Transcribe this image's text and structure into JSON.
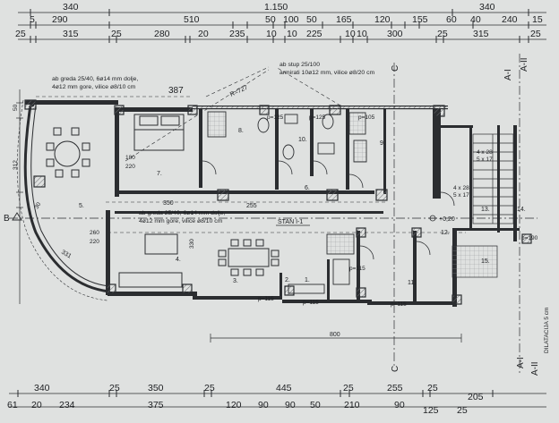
{
  "top_dims": {
    "row1": [
      "340",
      "1.150",
      "340"
    ],
    "row2": [
      "5",
      "290",
      "510",
      "50",
      "100",
      "50",
      "165",
      "120",
      "155",
      "60",
      "40",
      "240",
      "15"
    ],
    "row3": [
      "25",
      "315",
      "25",
      "280",
      "20",
      "235",
      "10",
      "10",
      "225",
      "10",
      "10",
      "300",
      "25",
      "315",
      "25"
    ]
  },
  "bottom_dims": {
    "row1": [
      "340",
      "25",
      "350",
      "25",
      "445",
      "25",
      "255",
      "25",
      "205"
    ],
    "row2": [
      "61",
      "20",
      "234",
      "375",
      "120",
      "90",
      "90",
      "50",
      "210",
      "90",
      "125",
      "25"
    ]
  },
  "left_dims": [
    "50",
    "90",
    "312",
    "30",
    "60"
  ],
  "notes": {
    "beam_top": [
      "ab greda 25/40, 6ø14 mm dolje,",
      "4ø12 mm gore, vilice ø8/10 cm"
    ],
    "column": [
      "ab stup 25/100",
      "armirati 10ø12 mm, vilice ø8/20 cm"
    ],
    "beam_mid": [
      "ab greda 25/40, 6ø14 mm dolje,",
      "4ø12 mm gore, vilice ø8/10 cm"
    ],
    "dim_387": "387",
    "dim_727": "R=727",
    "dim_350": "350",
    "dim_255": "255",
    "dim_800": "800",
    "dim_331": "331",
    "stan": "STAN I-1",
    "level": "+0,20"
  },
  "rooms": [
    "1.",
    "2.",
    "3.",
    "4.",
    "5.",
    "6.",
    "7.",
    "8.",
    "9.",
    "10.",
    "11.",
    "12.",
    "13.",
    "14.",
    "15."
  ],
  "room_dims": {
    "r7": [
      "180",
      "220"
    ],
    "r5": [
      "260",
      "220"
    ],
    "r4": [
      "330"
    ],
    "p_labels": [
      "p=105",
      "p=125",
      "p=125",
      "p=115",
      "p=115",
      "p=115",
      "p=115",
      "p=190"
    ]
  },
  "section_marks": {
    "b_left": "B",
    "c_top": "C",
    "c_bottom": "C",
    "a_right_top": "A-I",
    "a_right_top2": "A-II",
    "a_right_bottom": "A-I",
    "a_right_bottom2": "A-II"
  },
  "side_labels": {
    "dilatation": "DILATACIJA 5 cm"
  },
  "stair_labels": [
    "4 x 28",
    "5 x 17",
    "4 x 28",
    "5 x 17"
  ],
  "colors": {
    "paper": "#dfe1e0",
    "ink": "#1d1f22",
    "wall": "#2b2d30",
    "hatch": "#6a6c6f"
  }
}
